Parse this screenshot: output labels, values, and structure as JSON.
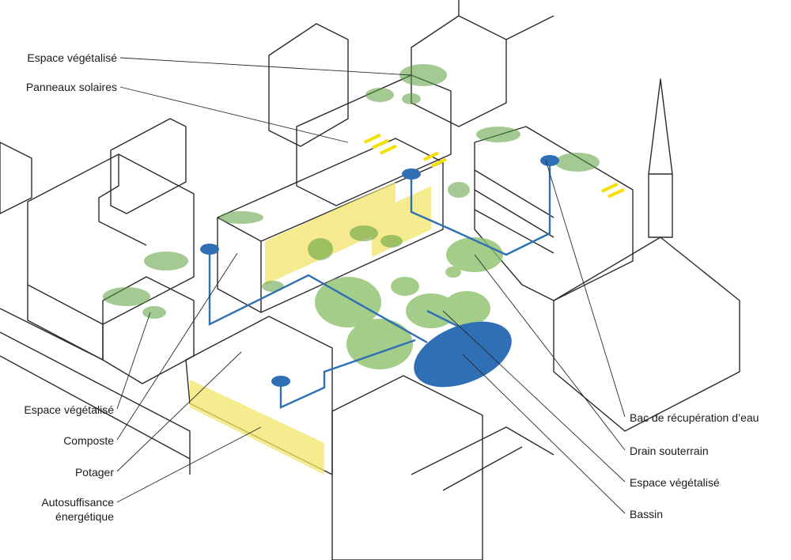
{
  "colors": {
    "line": "#2a2a2a",
    "green": "#5a9e3a",
    "green_light": "#8fc16e",
    "blue": "#2f6fb5",
    "yellow": "#f2e46a",
    "yellow_strong": "#f5e000"
  },
  "labels": {
    "left": {
      "espace_vegetalise_top": "Espace végétalisé",
      "panneaux_solaires": "Panneaux solaires",
      "espace_vegetalise_bottom": "Espace végétalisé",
      "composte": "Composte",
      "potager": "Potager",
      "autosuffisance": "Autosuffisance\nénergétique"
    },
    "right": {
      "bac_recuperation": "Bac de récupération d’eau",
      "drain_souterrain": "Drain souterrain",
      "espace_vegetalise": "Espace végétalisé",
      "bassin": "Bassin"
    }
  }
}
